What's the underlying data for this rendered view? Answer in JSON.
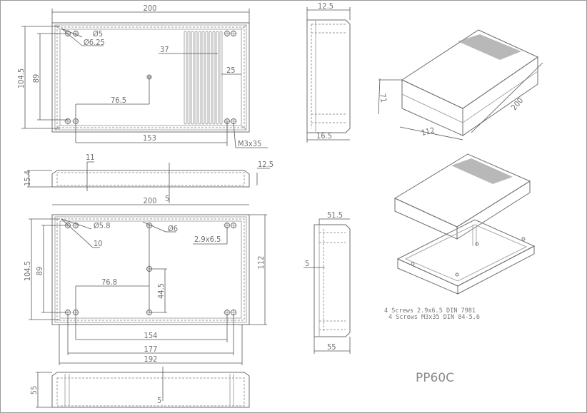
{
  "title": "PP60C",
  "notes": [
    "4 Screws 2.9x6.5 DIN 7981",
    "4 Screws M3x35 DIN 84-5.6"
  ],
  "top_view": {
    "width": "200",
    "height_outer": "104.5",
    "height_inner": "89",
    "hole_small": "Ø5",
    "hole_large": "Ø6.25",
    "vent_width": "37",
    "vent_offset": "25",
    "center_offset": "76.5",
    "hole_spacing": "153",
    "screw": "M3x35"
  },
  "top_side_view": {
    "gap": "11",
    "height": "15.4",
    "lid_edge": "12.5",
    "wall": "5"
  },
  "bottom_view": {
    "width": "200",
    "hole_small": "Ø5.8",
    "hole_center": "Ø6",
    "corner": "10",
    "screw": "2.9x6.5",
    "height_outer": "104.5",
    "height_inner": "89",
    "center_offset": "76.8",
    "center_spacing": "44.5",
    "depth": "112",
    "spacing_inner": "154",
    "spacing_outer": "177",
    "inner_width": "192"
  },
  "bottom_side_view": {
    "height": "55",
    "wall": "5"
  },
  "end_view_top": {
    "top": "12.5",
    "bottom": "16.5"
  },
  "end_view_bottom": {
    "top": "51.5",
    "wall": "5",
    "height": "55"
  },
  "iso_view": {
    "height": "71",
    "depth": "112",
    "length": "200"
  }
}
